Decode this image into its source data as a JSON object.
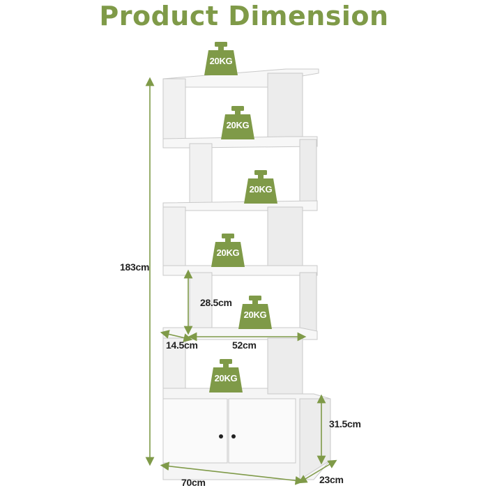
{
  "title": "Product Dimension",
  "accent_color": "#7f9a48",
  "weight_icon": "weight-icon",
  "load_labels": [
    "20KG",
    "20KG",
    "20KG",
    "20KG",
    "20KG",
    "20KG"
  ],
  "dimensions": {
    "total_height": "183cm",
    "shelf_height": "28.5cm",
    "shelf_depth_small": "14.5cm",
    "shelf_width": "52cm",
    "cabinet_height": "31.5cm",
    "total_width": "70cm",
    "total_depth": "23cm"
  }
}
